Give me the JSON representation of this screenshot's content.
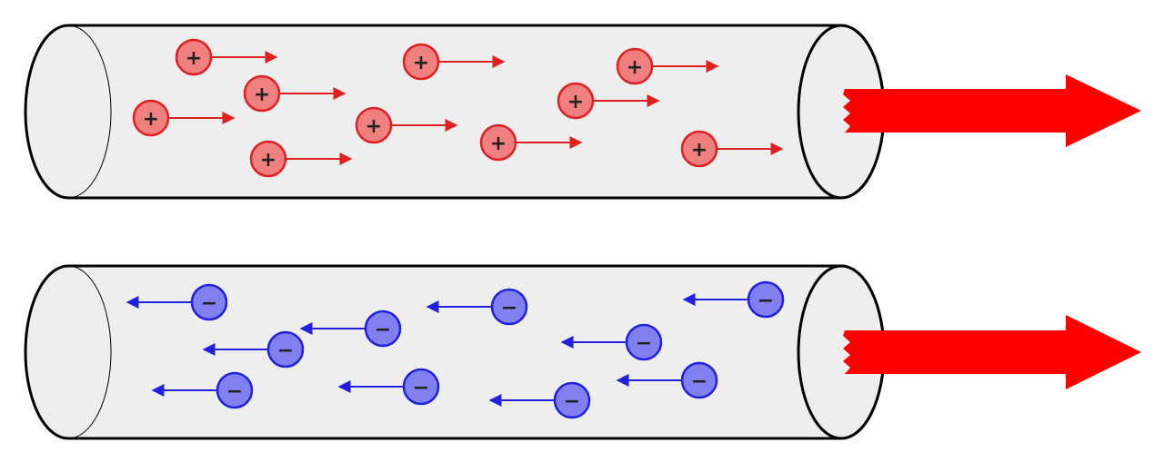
{
  "colors": {
    "tube_fill": "#eeeeee",
    "tube_stroke": "#000000",
    "current_arrow": "#ff0000",
    "positive_fill": "#f08080",
    "positive_stroke": "#e02020",
    "positive_arrow": "#e02020",
    "negative_fill": "#8080f0",
    "negative_stroke": "#2020e0",
    "negative_arrow": "#2020e0"
  },
  "icons": {
    "positive_charge": "plus-sign",
    "negative_charge": "minus-sign",
    "current_direction": "right-arrow"
  },
  "panels": [
    {
      "charge": "positive",
      "sign": "+",
      "carrier_direction": "right",
      "current_direction": "right",
      "carrier_count": 10
    },
    {
      "charge": "negative",
      "sign": "−",
      "carrier_direction": "left",
      "current_direction": "right",
      "carrier_count": 10
    }
  ]
}
